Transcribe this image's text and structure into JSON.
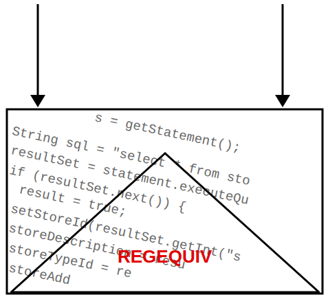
{
  "diagram": {
    "nodes": [
      {
        "text": [
          "REGEQUIV"
        ]
      }
    ],
    "labels": [
      "s = getStatement();",
      "String sql = \"select * from sto",
      "resultSet = statement.executeQu",
      "if (resultSet.next()) {",
      "result = true;",
      "setStoreId(resultSet.getInt(\"s",
      "storeDescription = resu",
      "storeTypeId = re",
      "storeAdd"
    ]
  }
}
